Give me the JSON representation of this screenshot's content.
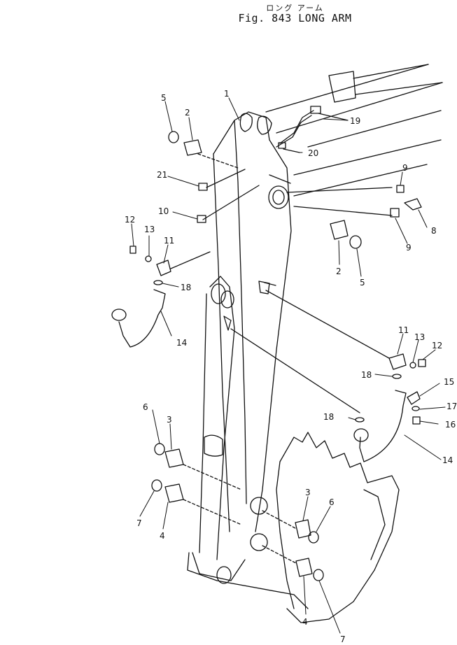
{
  "header": {
    "title_jp": "ロング アーム",
    "title_en": "Fig. 843  LONG  ARM"
  },
  "callouts": [
    {
      "id": "c1",
      "label": "1"
    },
    {
      "id": "c2a",
      "label": "2"
    },
    {
      "id": "c2b",
      "label": "2"
    },
    {
      "id": "c3a",
      "label": "3"
    },
    {
      "id": "c3b",
      "label": "3"
    },
    {
      "id": "c4a",
      "label": "4"
    },
    {
      "id": "c4b",
      "label": "4"
    },
    {
      "id": "c5a",
      "label": "5"
    },
    {
      "id": "c5b",
      "label": "5"
    },
    {
      "id": "c6a",
      "label": "6"
    },
    {
      "id": "c6b",
      "label": "6"
    },
    {
      "id": "c7a",
      "label": "7"
    },
    {
      "id": "c7b",
      "label": "7"
    },
    {
      "id": "c8",
      "label": "8"
    },
    {
      "id": "c9a",
      "label": "9"
    },
    {
      "id": "c9b",
      "label": "9"
    },
    {
      "id": "c10",
      "label": "10"
    },
    {
      "id": "c11a",
      "label": "11"
    },
    {
      "id": "c11b",
      "label": "11"
    },
    {
      "id": "c12a",
      "label": "12"
    },
    {
      "id": "c12b",
      "label": "12"
    },
    {
      "id": "c13a",
      "label": "13"
    },
    {
      "id": "c13b",
      "label": "13"
    },
    {
      "id": "c14a",
      "label": "14"
    },
    {
      "id": "c14b",
      "label": "14"
    },
    {
      "id": "c15",
      "label": "15"
    },
    {
      "id": "c16",
      "label": "16"
    },
    {
      "id": "c17",
      "label": "17"
    },
    {
      "id": "c18a",
      "label": "18"
    },
    {
      "id": "c18b",
      "label": "18"
    },
    {
      "id": "c18c",
      "label": "18"
    },
    {
      "id": "c19",
      "label": "19"
    },
    {
      "id": "c20",
      "label": "20"
    },
    {
      "id": "c21",
      "label": "21"
    }
  ]
}
